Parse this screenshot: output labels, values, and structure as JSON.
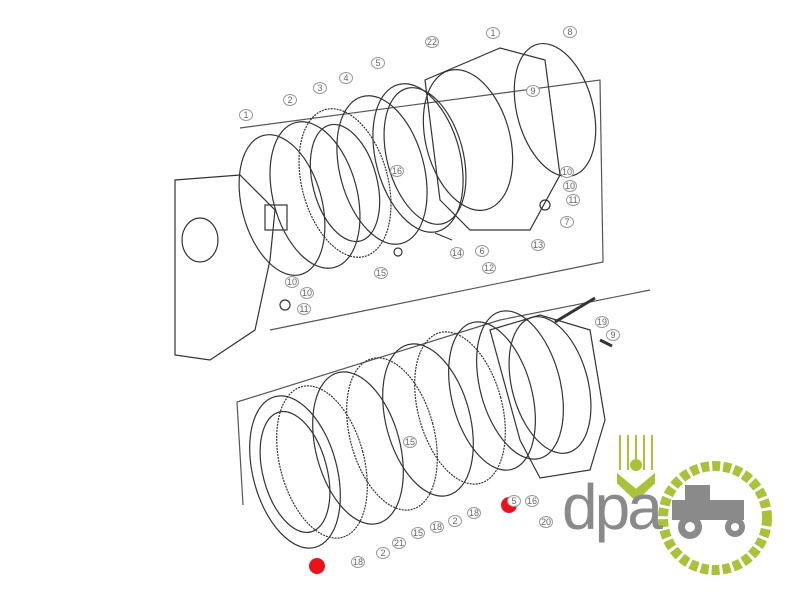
{
  "diagram": {
    "title": "Exploded view of clutch/brake disc pack assembly",
    "upper_callouts": [
      "22",
      "1",
      "8",
      "1",
      "2",
      "3",
      "4",
      "5",
      "9",
      "16",
      "10",
      "10",
      "11",
      "7",
      "14",
      "6",
      "13",
      "12",
      "15",
      "10",
      "10",
      "11"
    ],
    "lower_callouts": [
      "19",
      "9",
      "15",
      "5",
      "16",
      "20",
      "18",
      "2",
      "21",
      "15",
      "18",
      "2",
      "18"
    ],
    "highlight_color": "#e8131b"
  },
  "logo": {
    "text": "dpa",
    "text_color": "#8a8a8a",
    "accent_color": "#a9c23a"
  }
}
